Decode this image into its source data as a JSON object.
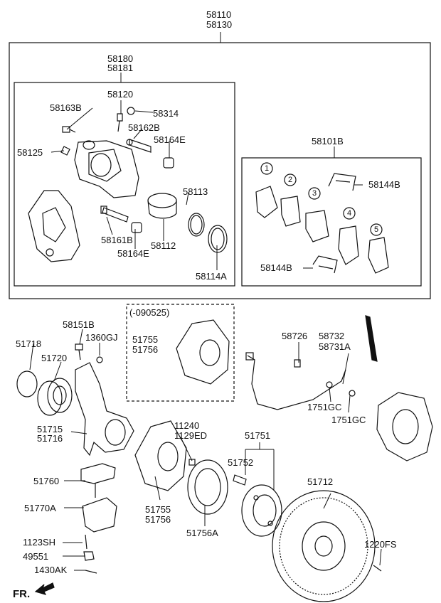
{
  "labels": {
    "l58110": "58110",
    "l58130": "58130",
    "l58180": "58180",
    "l58181": "58181",
    "l58120": "58120",
    "l58163B": "58163B",
    "l58314": "58314",
    "l58162B": "58162B",
    "l58164E_top": "58164E",
    "l58125": "58125",
    "l58113": "58113",
    "l58161B": "58161B",
    "l58164E_bot": "58164E",
    "l58112": "58112",
    "l58114A": "58114A",
    "l58101B": "58101B",
    "l58144B_top": "58144B",
    "l58144B_bot": "58144B",
    "pad1": "1",
    "pad2": "2",
    "pad3": "3",
    "pad4": "4",
    "pad5": "5",
    "l090525": "(-090525)",
    "l58151B": "58151B",
    "l1360GJ": "1360GJ",
    "l51718": "51718",
    "l51720": "51720",
    "l51755_top": "51755",
    "l51756_top": "51756",
    "l58726": "58726",
    "l58732": "58732",
    "l58731A": "58731A",
    "l51715": "51715",
    "l51716": "51716",
    "l11240": "11240",
    "l1129ED": "1129ED",
    "l51751": "51751",
    "l51752": "51752",
    "l1751GC_a": "1751GC",
    "l1751GC_b": "1751GC",
    "l51760": "51760",
    "l51770A": "51770A",
    "l51755_bot": "51755",
    "l51756_bot": "51756",
    "l51756A": "51756A",
    "l51712": "51712",
    "l1123SH": "1123SH",
    "l49551": "49551",
    "l1430AK": "1430AK",
    "l1220FS": "1220FS",
    "fr": "FR."
  }
}
